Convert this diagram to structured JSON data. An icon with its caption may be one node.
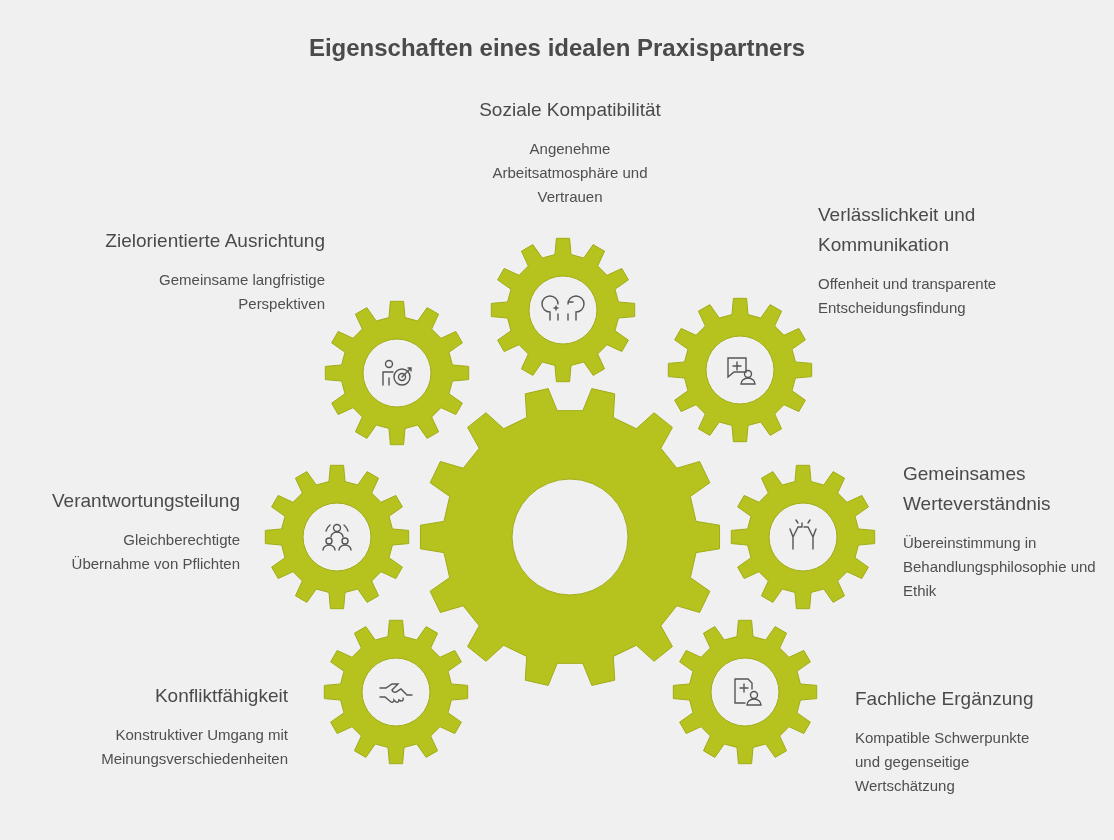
{
  "diagram": {
    "title": "Eigenschaften eines idealen Praxispartners",
    "nodes": [
      {
        "text": [
          "Soziale Kompatibilität",
          "Angenehme Arbeitsatmosphäre und Vertrauen"
        ]
      },
      {
        "text": [
          "Zielorientierte Ausrichtung",
          "Gemeinsame langfristige Perspektiven"
        ]
      },
      {
        "text": [
          "Verlässlichkeit und Kommunikation",
          "Offenheit und transparente Entscheidungsfindung"
        ]
      },
      {
        "text": [
          "Verantwortungsteilung",
          "Gleichberechtigte Übernahme von Pflichten"
        ]
      },
      {
        "text": [
          "Gemeinsames Werteverständnis",
          "Übereinstimmung in Behandlungsphilosophie und Ethik"
        ]
      },
      {
        "text": [
          "Konfliktfähigkeit",
          "Konstruktiver Umgang mit Meinungsverschiedenheiten"
        ]
      },
      {
        "text": [
          "Fachliche Ergänzung",
          "Kompatible Schwerpunkte und gegenseitige Wertschätzung"
        ]
      },
      {
        "text": [],
        "shape": "gear"
      }
    ]
  }
}
